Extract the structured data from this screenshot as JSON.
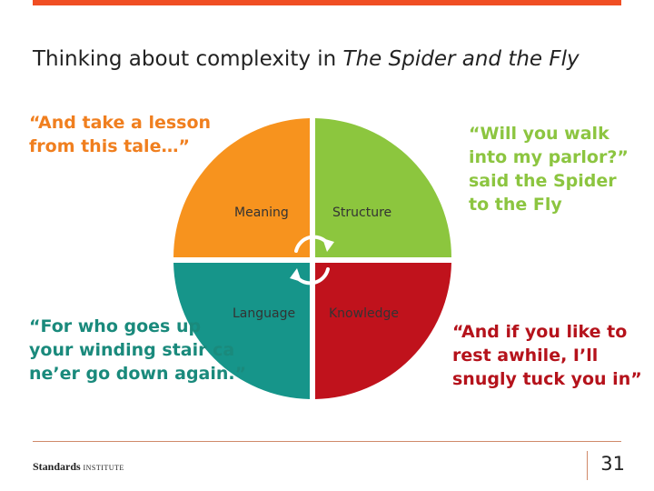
{
  "title": {
    "prefix": "Thinking about complexity in ",
    "italic": "The Spider and the Fly"
  },
  "quadrants": [
    {
      "label": "Meaning",
      "color": "#f7931e"
    },
    {
      "label": "Structure",
      "color": "#8cc63e"
    },
    {
      "label": "Language",
      "color": "#16958a"
    },
    {
      "label": "Knowledge",
      "color": "#c0121c"
    }
  ],
  "quotes": {
    "top_left": [
      "“And take a lesson",
      "from this tale…”"
    ],
    "top_right": [
      "“Will you walk",
      "into my parlor?”",
      "said the Spider",
      "to the Fly"
    ],
    "bottom_left": [
      "“For who goes up",
      "your winding stair ca",
      "ne’er go down again.”"
    ],
    "bottom_right": [
      "“And if you like to",
      "rest awhile, I’ll",
      "snugly tuck you in”"
    ]
  },
  "quote_colors": {
    "top_left": "#f07f1f",
    "top_right": "#8cc540",
    "bottom_left": "#1a8a7c",
    "bottom_right": "#b5121b"
  },
  "footer": {
    "logo_strong": "Standards",
    "logo_sub": "INSTITUTE",
    "page_number": "31"
  }
}
